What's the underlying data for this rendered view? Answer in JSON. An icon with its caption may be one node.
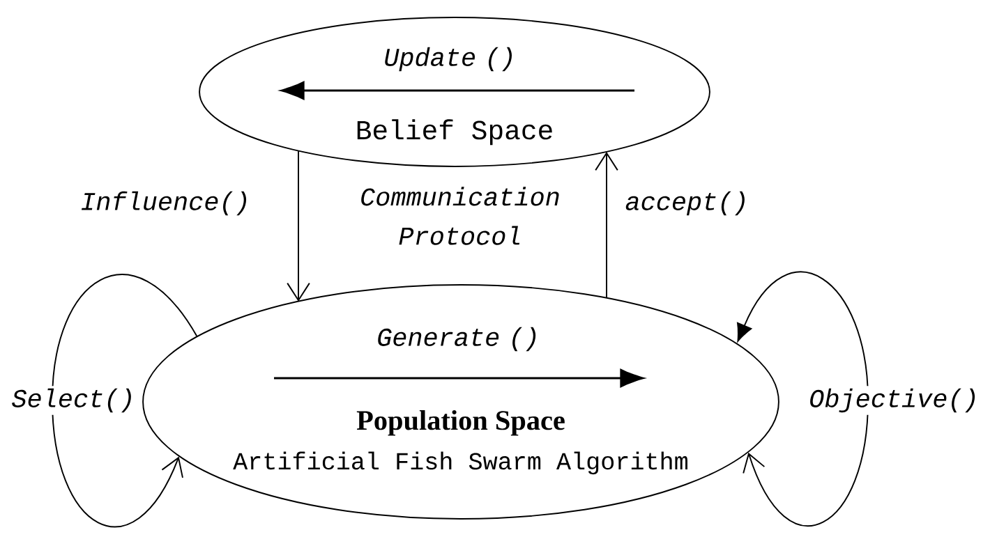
{
  "diagram": {
    "nodes": [
      {
        "text": [
          "Belief Space"
        ]
      },
      {
        "text": [
          "Population Space",
          "Artificial Fish Swarm Algorithm"
        ]
      }
    ],
    "edges": [
      {
        "from": 0,
        "to": 1,
        "arrow": "to",
        "label": "Influence()"
      },
      {
        "from": 1,
        "to": 0,
        "arrow": "to",
        "label": "accept()"
      },
      {
        "from": 1,
        "to": 1,
        "arrow": "to",
        "label": "Select()"
      },
      {
        "from": 1,
        "to": 1,
        "arrow": "both",
        "label": "Objective()"
      }
    ],
    "labels": [
      "Update ()",
      "Communication Protocol",
      "Generate ()"
    ]
  }
}
